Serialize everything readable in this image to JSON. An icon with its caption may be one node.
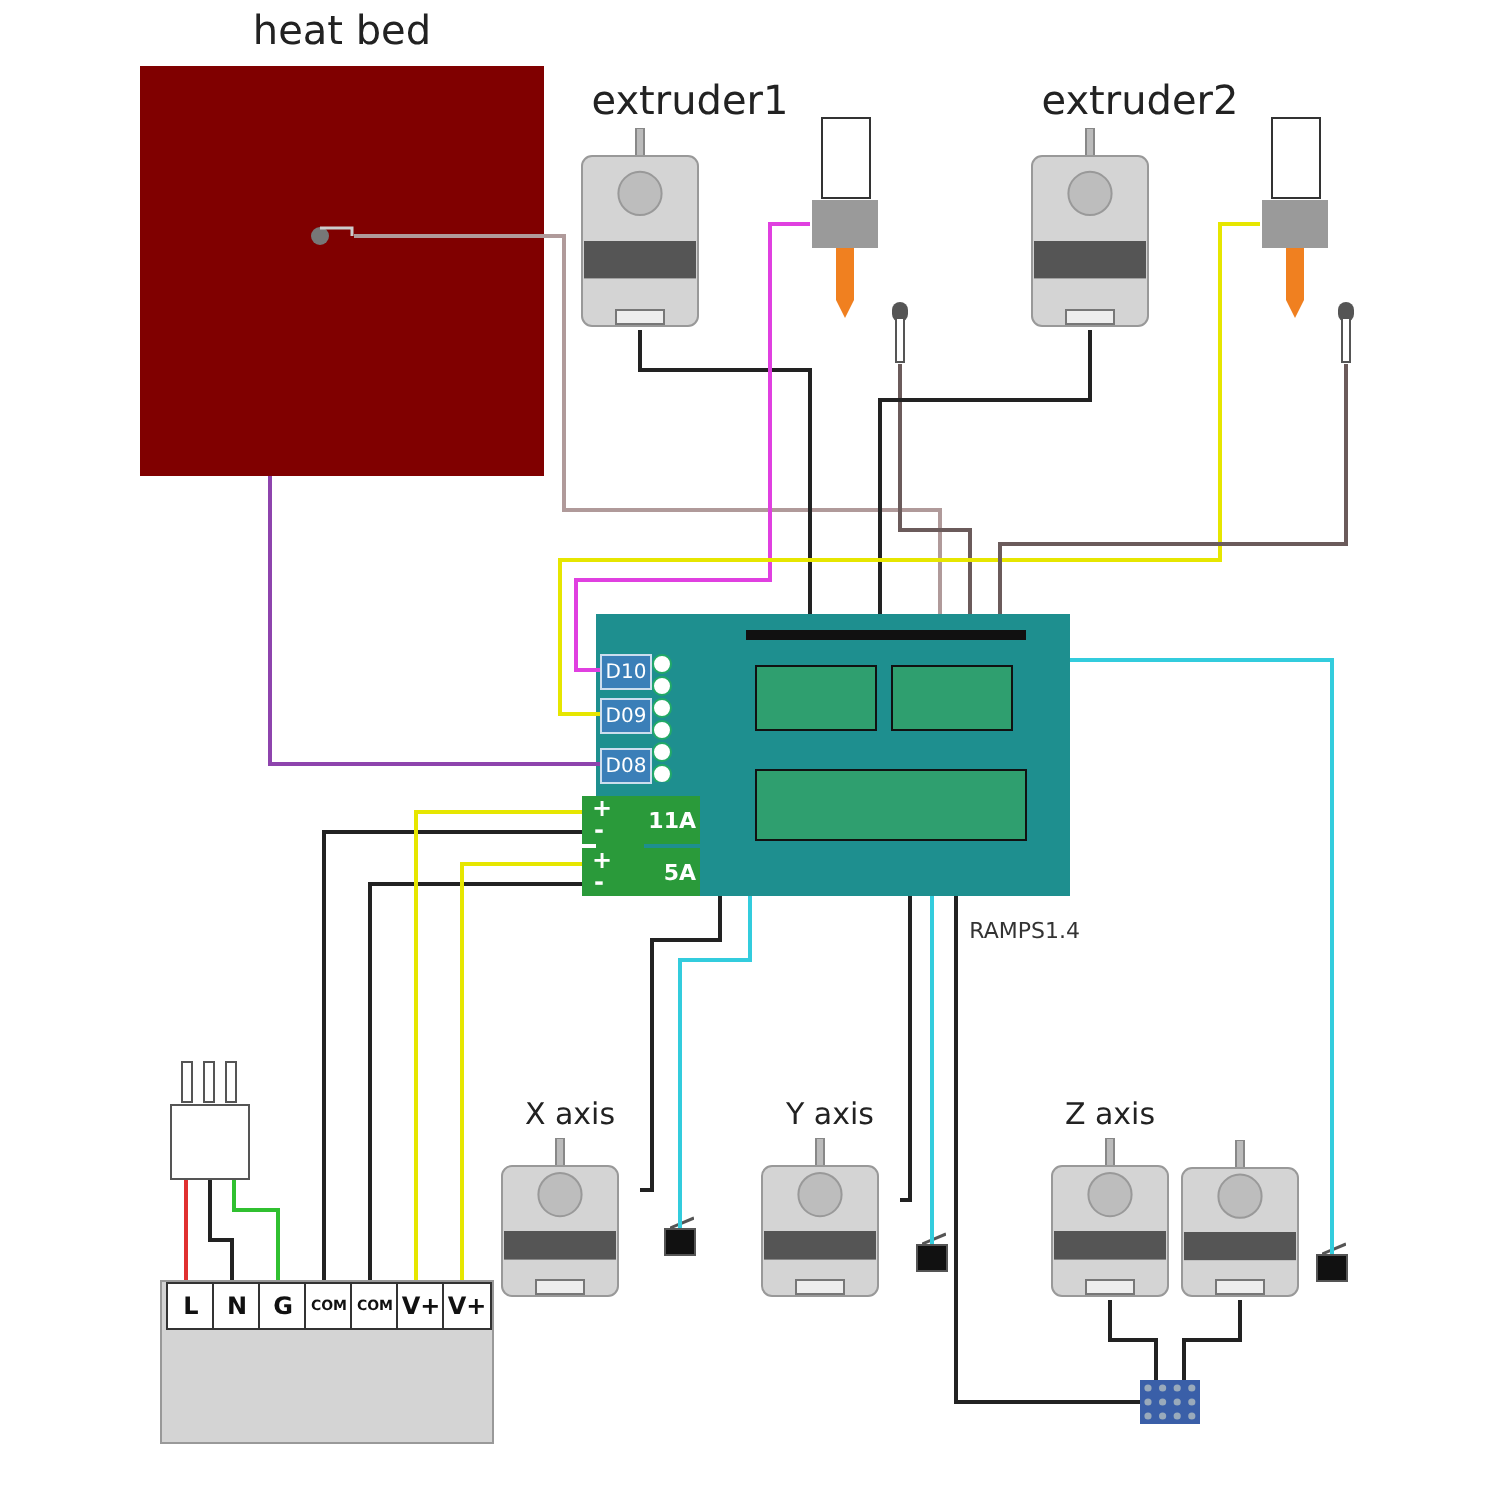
{
  "diagram": {
    "nodes": [
      {
        "text": [
          "heat bed"
        ]
      },
      {
        "text": [],
        "shape": "picture",
        "in": 0
      },
      {
        "text": [
          "extruder1"
        ]
      },
      {
        "text": [],
        "shape": "picture"
      },
      {
        "text": [],
        "shape": "picture"
      },
      {
        "text": [
          "extruder2"
        ]
      },
      {
        "text": [],
        "shape": "picture"
      },
      {
        "text": [],
        "shape": "picture"
      },
      {
        "text": [
          "RAMPS1.4"
        ]
      },
      {
        "text": [
          "D10"
        ],
        "in": 8
      },
      {
        "text": [
          "D09"
        ],
        "in": 8
      },
      {
        "text": [
          "D08"
        ],
        "in": 8
      },
      {
        "text": [
          "11A"
        ],
        "in": 8
      },
      {
        "text": [
          "5A"
        ],
        "in": 8
      },
      {
        "text": [
          "X axis"
        ]
      },
      {
        "text": [],
        "shape": "box"
      },
      {
        "text": [
          "Y axis"
        ]
      },
      {
        "text": [],
        "shape": "box"
      },
      {
        "text": [
          "Z axis"
        ]
      },
      {
        "text": [],
        "shape": "picture"
      },
      {
        "text": [],
        "shape": "picture"
      },
      {
        "text": [],
        "shape": "box"
      },
      {
        "text": [],
        "shape": "box"
      },
      {
        "text": [],
        "shape": "box"
      },
      {
        "text": [
          "L"
        ],
        "in": 23
      },
      {
        "text": [
          "N"
        ],
        "in": 23
      },
      {
        "text": [
          "G"
        ],
        "in": 23
      },
      {
        "text": [
          "COM"
        ],
        "in": 23
      },
      {
        "text": [
          "COM"
        ],
        "in": 23
      },
      {
        "text": [
          "V+"
        ],
        "in": 23
      },
      {
        "text": [
          "V+"
        ],
        "in": 23
      }
    ],
    "edges": [
      {
        "from": 1,
        "to": 8,
        "arrow": "none",
        "color": "#b09a9a"
      },
      {
        "from": 0,
        "to": 11,
        "arrow": "none",
        "color": "#8e44ad"
      },
      {
        "from": 2,
        "to": 8,
        "arrow": "none"
      },
      {
        "from": 3,
        "to": 9,
        "arrow": "none",
        "color": "#e040e0"
      },
      {
        "from": 4,
        "to": 8,
        "arrow": "none",
        "color": "#6b5b5b"
      },
      {
        "from": 5,
        "to": 8,
        "arrow": "none"
      },
      {
        "from": 6,
        "to": 10,
        "arrow": "none",
        "color": "#e6e600"
      },
      {
        "from": 7,
        "to": 8,
        "arrow": "none",
        "color": "#6b5b5b"
      },
      {
        "from": 14,
        "to": 8,
        "arrow": "none"
      },
      {
        "from": 15,
        "to": 8,
        "arrow": "none",
        "color": "#33ccdd"
      },
      {
        "from": 16,
        "to": 8,
        "arrow": "none"
      },
      {
        "from": 17,
        "to": 8,
        "arrow": "none",
        "color": "#33ccdd"
      },
      {
        "from": 18,
        "to": 20,
        "arrow": "none"
      },
      {
        "from": 19,
        "to": 20,
        "arrow": "none"
      },
      {
        "from": 20,
        "to": 8,
        "arrow": "none"
      },
      {
        "from": 21,
        "to": 8,
        "arrow": "none",
        "color": "#33ccdd"
      },
      {
        "from": 27,
        "to": 12,
        "arrow": "none"
      },
      {
        "from": 28,
        "to": 13,
        "arrow": "none"
      },
      {
        "from": 29,
        "to": 12,
        "arrow": "none",
        "color": "#e6e600"
      },
      {
        "from": 30,
        "to": 13,
        "arrow": "none",
        "color": "#e6e600"
      },
      {
        "from": 22,
        "to": 24,
        "arrow": "none",
        "color": "#e03030"
      },
      {
        "from": 22,
        "to": 25,
        "arrow": "none"
      },
      {
        "from": 22,
        "to": 26,
        "arrow": "none",
        "color": "#30c030"
      }
    ],
    "labels": [
      "+",
      "-",
      "+",
      "-"
    ]
  }
}
